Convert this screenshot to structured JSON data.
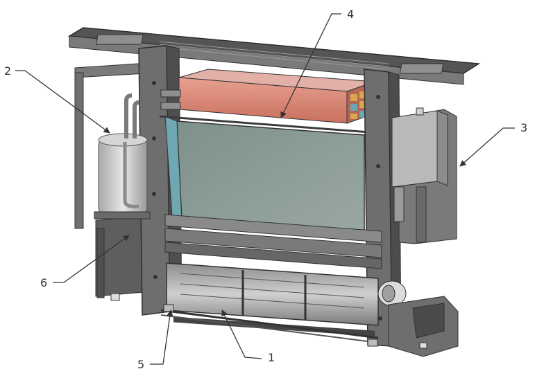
{
  "callouts": [
    {
      "id": "1",
      "label": "1"
    },
    {
      "id": "2",
      "label": "2"
    },
    {
      "id": "3",
      "label": "3"
    },
    {
      "id": "4",
      "label": "4"
    },
    {
      "id": "5",
      "label": "5"
    },
    {
      "id": "6",
      "label": "6"
    }
  ],
  "colors": {
    "frame": "#6b6b6b",
    "frame_dark": "#3c3c3c",
    "coil": "#d98a7a",
    "filter": "#8a9a96",
    "panel": "#b9b9b9",
    "line": "#333333"
  }
}
